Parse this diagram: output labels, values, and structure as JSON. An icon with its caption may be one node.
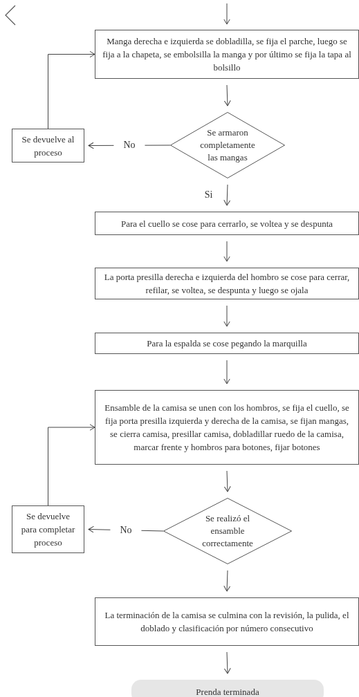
{
  "diagram": {
    "nodes": [
      {
        "text": [
          "Manga derecha e izquierda se dobladilla, se fija el parche, luego se fija a la chapeta, se embolsilla la manga y por último se fija la tapa al bolsillo"
        ]
      },
      {
        "text": [
          "Se armaron completamente las mangas"
        ]
      },
      {
        "text": [
          "Se devuelve al proceso"
        ]
      },
      {
        "text": [
          "Para el cuello se cose para cerrarlo, se voltea y se despunta"
        ]
      },
      {
        "text": [
          "La porta presilla derecha e izquierda del hombro se cose para cerrar, refilar, se voltea, se despunta y luego se ojala"
        ]
      },
      {
        "text": [
          "Para la espalda se cose pegando la marquilla"
        ]
      },
      {
        "text": [
          "Ensamble de la camisa se unen con los hombros, se fija el cuello, se fija porta presilla izquierda y derecha de la camisa, se fijan mangas, se cierra camisa, presillar camisa, dobladillar ruedo de la camisa, marcar frente y hombros para botones, fijar botones"
        ]
      },
      {
        "text": [
          "Se realizó el ensamble correctamente"
        ]
      },
      {
        "text": [
          "Se devuelve para completar proceso"
        ]
      },
      {
        "text": [
          "La terminación de la camisa se culmina con la revisión, la pulida, el doblado y clasificación por número consecutivo"
        ]
      },
      {
        "text": [
          "Prenda terminada"
        ]
      }
    ],
    "edges": [
      {
        "from": null,
        "to": 0,
        "arrow": "to"
      },
      {
        "from": 0,
        "to": 1,
        "arrow": "to"
      },
      {
        "from": 1,
        "to": 2,
        "arrow": "to",
        "label": "No"
      },
      {
        "from": 2,
        "to": 0,
        "arrow": "to"
      },
      {
        "from": 1,
        "to": 3,
        "arrow": "to",
        "label": "Si"
      },
      {
        "from": 3,
        "to": 4,
        "arrow": "to"
      },
      {
        "from": 4,
        "to": 5,
        "arrow": "to"
      },
      {
        "from": 5,
        "to": 6,
        "arrow": "to"
      },
      {
        "from": 6,
        "to": 7,
        "arrow": "to"
      },
      {
        "from": 7,
        "to": 8,
        "arrow": "to",
        "label": "No"
      },
      {
        "from": 8,
        "to": 6,
        "arrow": "to"
      },
      {
        "from": 7,
        "to": 9,
        "arrow": "to"
      },
      {
        "from": 9,
        "to": 10,
        "arrow": "to"
      }
    ]
  }
}
